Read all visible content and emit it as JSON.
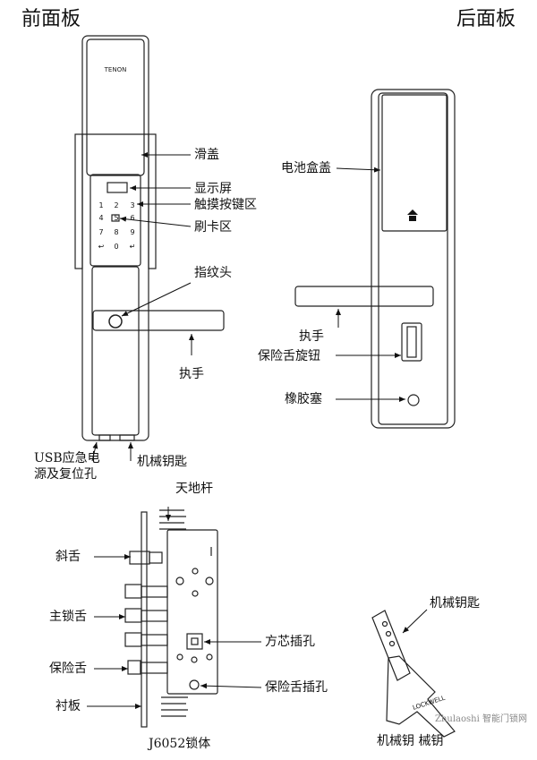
{
  "front_title": "前面板",
  "back_title": "后面板",
  "brand": "TENON",
  "front": {
    "slide_cover": "滑盖",
    "display": "显示屏",
    "touch_keys": "触摸按键区",
    "card_area": "刷卡区",
    "fingerprint": "指纹头",
    "handle": "执手",
    "usb_line1": "USB应急电",
    "usb_line2": "源及复位孔",
    "mech_key": "机械钥匙",
    "keypad": [
      "1",
      "2",
      "3",
      "4",
      "5",
      "6",
      "7",
      "8",
      "9",
      "↩",
      "0",
      "↵"
    ]
  },
  "back": {
    "battery_cover": "电池盒盖",
    "handle": "执手",
    "deadbolt_knob": "保险舌旋钮",
    "rubber_plug": "橡胶塞"
  },
  "lockbody": {
    "rod": "天地杆",
    "latch": "斜舌",
    "main_bolt": "主锁舌",
    "deadbolt": "保险舌",
    "faceplate": "衬板",
    "spindle_hole": "方芯插孔",
    "deadbolt_hole": "保险舌插孔",
    "model": "J6052锁体"
  },
  "key_figure": {
    "label": "机械钥匙",
    "caption": "机械钥 械钥",
    "key_brand": "LOCKWELL",
    "watermark": "Zhulaoshi 智能门锁网"
  }
}
